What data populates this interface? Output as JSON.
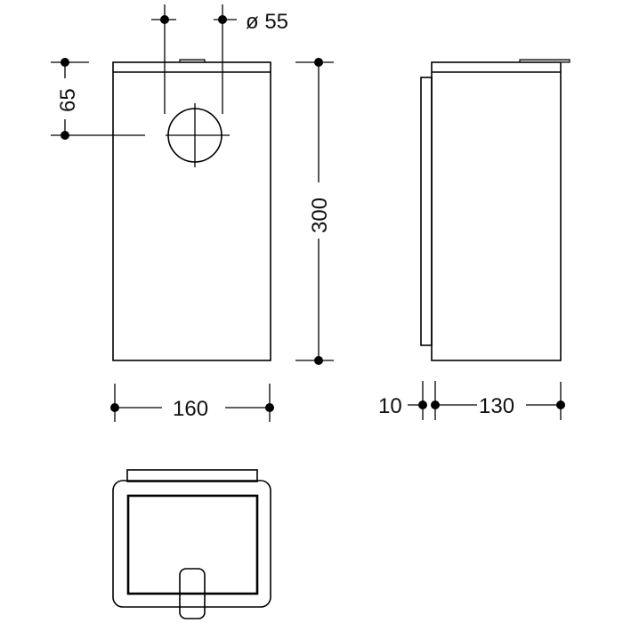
{
  "drawing": {
    "views": [
      "front",
      "side",
      "bottom"
    ],
    "colors": {
      "line": "#000000",
      "tab_fill": "#c8c8c8",
      "background": "#ffffff"
    },
    "dimensions": {
      "hole_diameter": "ø 55",
      "hole_offset_top": "65",
      "height": "300",
      "width": "160",
      "wall_plate_depth": "10",
      "depth": "130"
    }
  }
}
